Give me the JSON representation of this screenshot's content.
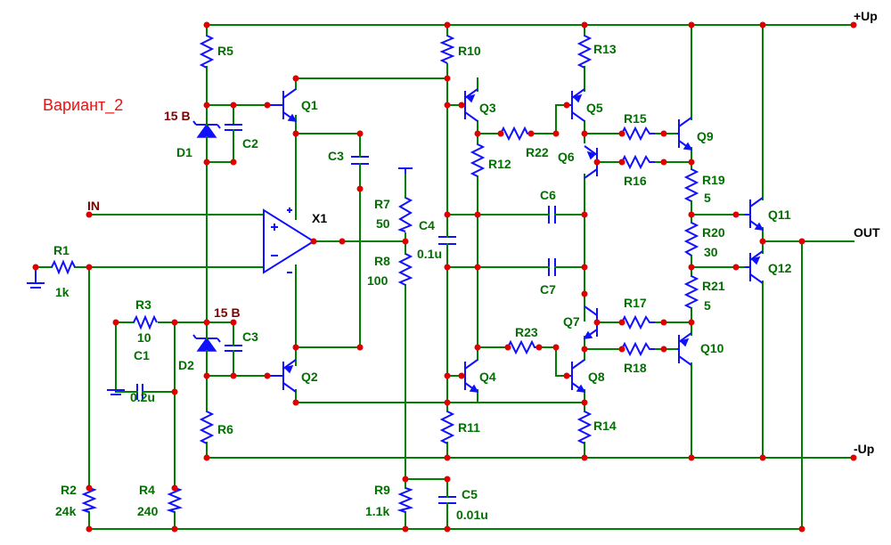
{
  "title": "Вариант_2",
  "rails": {
    "pos": "+Up",
    "neg": "-Up",
    "in": "IN",
    "out": "OUT"
  },
  "components": {
    "R1": {
      "name": "R1",
      "value": "1k"
    },
    "R2": {
      "name": "R2",
      "value": "24k"
    },
    "R3": {
      "name": "R3",
      "value": "10"
    },
    "R4": {
      "name": "R4",
      "value": "240"
    },
    "R5": {
      "name": "R5"
    },
    "R6": {
      "name": "R6"
    },
    "R7": {
      "name": "R7",
      "value": "50"
    },
    "R8": {
      "name": "R8",
      "value": "100"
    },
    "R9": {
      "name": "R9",
      "value": "1.1k"
    },
    "R10": {
      "name": "R10"
    },
    "R11": {
      "name": "R11"
    },
    "R12": {
      "name": "R12"
    },
    "R13": {
      "name": "R13"
    },
    "R14": {
      "name": "R14"
    },
    "R15": {
      "name": "R15"
    },
    "R16": {
      "name": "R16"
    },
    "R17": {
      "name": "R17"
    },
    "R18": {
      "name": "R18"
    },
    "R19": {
      "name": "R19",
      "value": "5"
    },
    "R20": {
      "name": "R20",
      "value": "30"
    },
    "R21": {
      "name": "R21",
      "value": "5"
    },
    "R22": {
      "name": "R22"
    },
    "R23": {
      "name": "R23"
    },
    "C1": {
      "name": "C1",
      "value": "0.2u"
    },
    "C2": {
      "name": "C2"
    },
    "C3a": {
      "name": "C3"
    },
    "C3b": {
      "name": "C3"
    },
    "C4": {
      "name": "C4",
      "value": "0.1u"
    },
    "C5": {
      "name": "C5",
      "value": "0.01u"
    },
    "C6": {
      "name": "C6"
    },
    "C7": {
      "name": "C7"
    },
    "D1": {
      "name": "D1",
      "value": "15 В"
    },
    "D2": {
      "name": "D2",
      "value": "15 В"
    },
    "Q1": {
      "name": "Q1"
    },
    "Q2": {
      "name": "Q2"
    },
    "Q3": {
      "name": "Q3"
    },
    "Q4": {
      "name": "Q4"
    },
    "Q5": {
      "name": "Q5"
    },
    "Q6": {
      "name": "Q6"
    },
    "Q7": {
      "name": "Q7"
    },
    "Q8": {
      "name": "Q8"
    },
    "Q9": {
      "name": "Q9"
    },
    "Q10": {
      "name": "Q10"
    },
    "Q11": {
      "name": "Q11"
    },
    "Q12": {
      "name": "Q12"
    },
    "X1": {
      "name": "X1"
    }
  },
  "colors": {
    "wire": "#008000",
    "component": "#1010ff",
    "node": "#e00000",
    "title": "#ee1010"
  }
}
